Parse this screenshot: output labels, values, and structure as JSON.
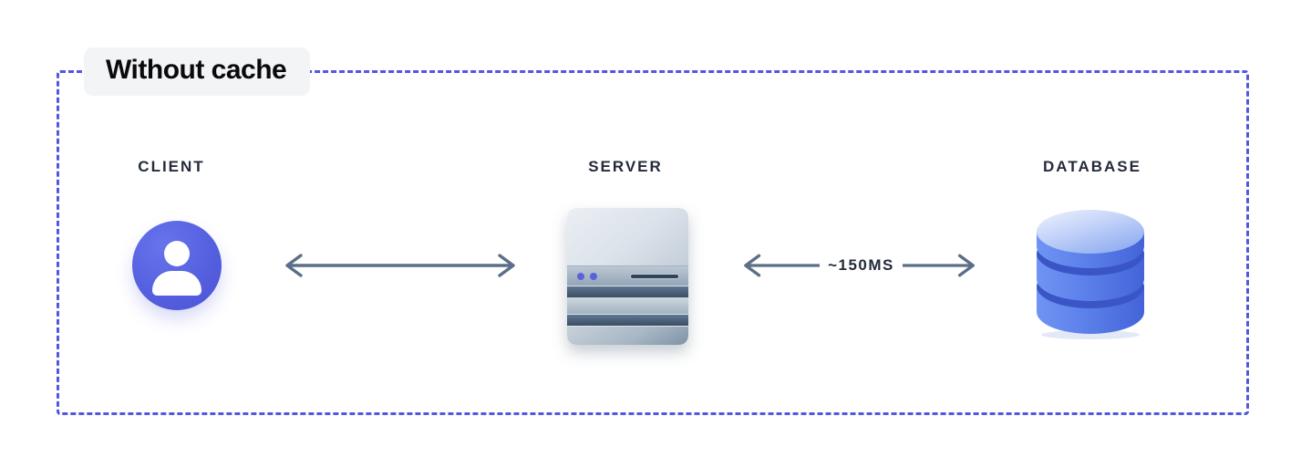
{
  "diagram": {
    "title": "Without cache",
    "nodes": [
      {
        "id": "client",
        "label": "CLIENT",
        "icon": "user-icon"
      },
      {
        "id": "server",
        "label": "SERVER",
        "icon": "server-icon"
      },
      {
        "id": "database",
        "label": "DATABASE",
        "icon": "database-icon"
      }
    ],
    "edges": [
      {
        "from": "CLIENT",
        "to": "SERVER",
        "label": "",
        "direction": "bidirectional"
      },
      {
        "from": "SERVER",
        "to": "DATABASE",
        "label": "~150MS",
        "direction": "bidirectional"
      }
    ],
    "colors": {
      "frame_border": "#5258de",
      "title_chip_bg": "#f3f4f6",
      "title_text": "#0a0a0c",
      "node_label_text": "#232b3a",
      "arrow": "#5c6f88",
      "client_accent": "#5560e0",
      "server_dark_band": "#3a4e63",
      "database_accent": "#4f74e4"
    }
  }
}
